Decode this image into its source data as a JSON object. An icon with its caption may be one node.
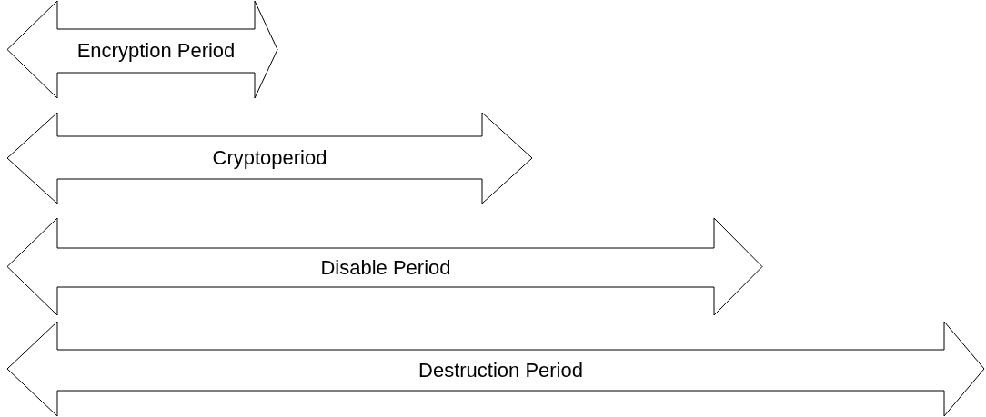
{
  "diagram": {
    "nodes": [
      {
        "text": [
          "Encryption Period"
        ]
      },
      {
        "text": [
          "Cryptoperiod"
        ]
      },
      {
        "text": [
          "Disable Period"
        ]
      },
      {
        "text": [
          "Destruction Period"
        ]
      }
    ]
  }
}
